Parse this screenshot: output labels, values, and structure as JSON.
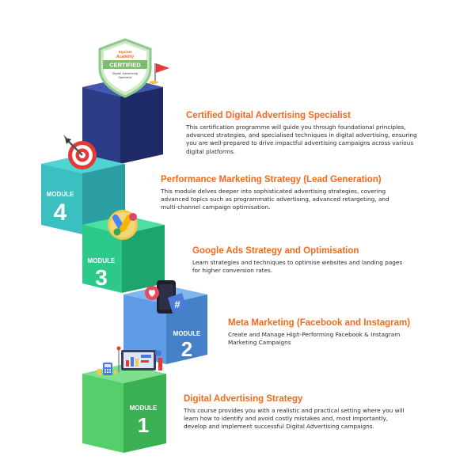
{
  "colors": {
    "title_orange": "#f26a1b",
    "text_dark": "#2a2a2a",
    "cube_cert": [
      "#4257b2",
      "#2c3b86",
      "#1e2a66"
    ],
    "cube_4": [
      "#4fd3d3",
      "#3bbfc0",
      "#2a9ea0"
    ],
    "cube_3": [
      "#4ee0a2",
      "#2cc98a",
      "#1ea56f"
    ],
    "cube_2": [
      "#7eb6ee",
      "#5f9be6",
      "#4581c8"
    ],
    "cube_1": [
      "#7ee08f",
      "#55cf6c",
      "#3bb154"
    ]
  },
  "badge": {
    "brand_line1": "Equinet",
    "brand_line2": "Academy",
    "banner": "CERTIFIED",
    "subtitle_line1": "Digital Advertising",
    "subtitle_line2": "Specialist"
  },
  "steps": [
    {
      "id": "cert",
      "module_word": "",
      "module_number": "",
      "title": "Certified Digital Advertising Specialist",
      "description_lines": [
        "This certification programme will guide you through foundational principles,",
        "advanced strategies, and specialised techniques in digital advertising, ensuring",
        "you are well-prepared to drive impactful advertising campaigns across various",
        "digital platforms."
      ]
    },
    {
      "id": "m4",
      "module_word": "MODULE",
      "module_number": "4",
      "title": "Performance Marketing Strategy (Lead Generation)",
      "description_lines": [
        "This module delves deeper into sophisticated advertising strategies, covering",
        "advanced topics such as programmatic advertising, advanced retargeting, and",
        "multi-channel campaign optimisation."
      ]
    },
    {
      "id": "m3",
      "module_word": "MODULE",
      "module_number": "3",
      "title": "Google Ads Strategy and Optimisation",
      "description_lines": [
        "Learn strategies and techniques to optimise websites and landing pages",
        "for higher conversion rates."
      ]
    },
    {
      "id": "m2",
      "module_word": "MODULE",
      "module_number": "2",
      "title": "Meta Marketing (Facebook and Instagram)",
      "description_lines": [
        "Create and Manage High-Performing Facebook & Instagram",
        "Marketing Campaigns"
      ]
    },
    {
      "id": "m1",
      "module_word": "MODULE",
      "module_number": "1",
      "title": "Digital Advertising Strategy",
      "description_lines": [
        "This course provides you with a realistic and practical setting where you will",
        "learn how to identify and avoid costly mistakes and, most importantly,",
        "develop and implement successful Digital Advertising campaigns."
      ]
    }
  ],
  "icons": {
    "cert": "certified-badge-icon",
    "flag": "red-flag-icon",
    "m4": "target-arrow-icon",
    "m3": "google-ads-icon",
    "m2": "phone-social-icon",
    "m1": "analytics-dashboard-icon",
    "hashtag": "#"
  }
}
